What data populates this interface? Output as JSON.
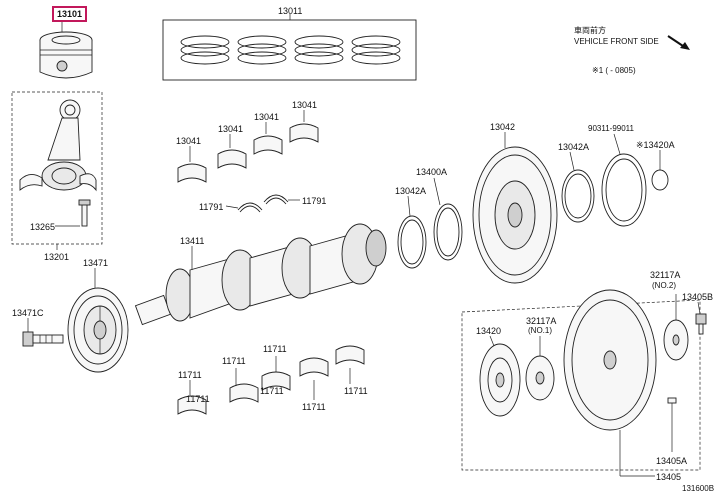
{
  "labels": {
    "p13101": "13101",
    "p13011": "13011",
    "p13201": "13201",
    "p13265": "13265",
    "p13471": "13471",
    "p13471c": "13471C",
    "p13041_a": "13041",
    "p13041_b": "13041",
    "p13041_c": "13041",
    "p13041_d": "13041",
    "p11791_a": "11791",
    "p11791_b": "11791",
    "p13411": "13411",
    "p13400a": "13400A",
    "p13042a_a": "13042A",
    "p13042": "13042",
    "p13042a_b": "13042A",
    "p90311": "90311-99011",
    "p13420a": "※13420A",
    "p11711_a": "11711",
    "p11711_b": "11711",
    "p11711_c": "11711",
    "p11711_d": "11711",
    "p11711_e": "11711",
    "p11711_f": "11711",
    "p11711_g": "11711",
    "p13420": "13420",
    "p32117a_a": "32117A",
    "p32117a_a_sub": "(NO.1)",
    "p32117a_b": "32117A",
    "p32117a_b_sub": "(NO.2)",
    "p13405b": "13405B",
    "p13405a": "13405A",
    "p13405": "13405"
  },
  "orientation": {
    "jp": "車両前方",
    "en": "VEHICLE FRONT SIDE",
    "note": "※1 (  -  0805)"
  },
  "figure_code": "131600B",
  "colors": {
    "highlight": "#c2185b",
    "line": "#222222"
  }
}
